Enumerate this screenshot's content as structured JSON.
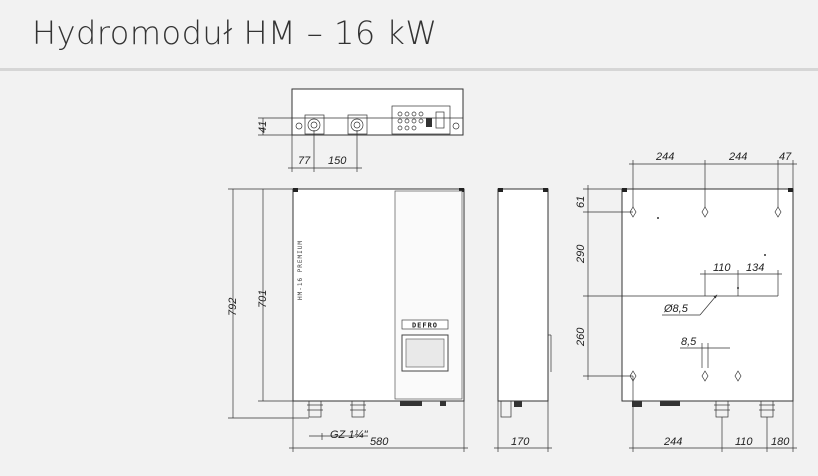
{
  "title": "Hydromoduł HM – 16 kW",
  "brand_logo": "DEFRO",
  "side_text": "HM-16 PREMIUM",
  "dimensions": {
    "top_depth": "41",
    "top_offset": "77",
    "top_spacing": "150",
    "front_total_height": "792",
    "front_body_height": "701",
    "front_connection": "GZ 1¼\"",
    "front_width": "580",
    "side_depth": "170",
    "rear_top_1": "244",
    "rear_top_2": "244",
    "rear_top_3": "47",
    "rear_v_1": "61",
    "rear_v_2": "290",
    "rear_v_3": "260",
    "rear_h_110": "110",
    "rear_h_134": "134",
    "rear_hole": "Ø8,5",
    "rear_slot": "8,5",
    "rear_bottom_1": "244",
    "rear_bottom_2": "110",
    "rear_bottom_3": "180"
  }
}
